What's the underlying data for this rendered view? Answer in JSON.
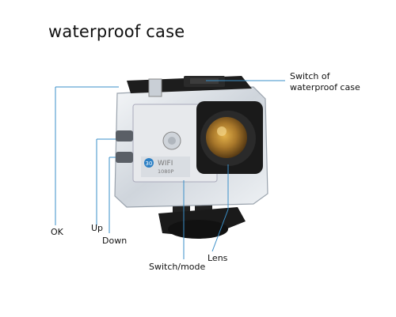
{
  "heading": "waterproof case",
  "labels": {
    "switch_of_case": [
      "Switch of",
      "waterproof case"
    ],
    "ok": "OK",
    "up": "Up",
    "down": "Down",
    "switch_mode": "Switch/mode",
    "lens": "Lens"
  },
  "camera_text": {
    "badge": "30",
    "model": "WIFI",
    "resolution": "1080P"
  },
  "colors": {
    "leader_line": "#3a8fc8",
    "text": "#111111",
    "case_clear": "#dfe3e8",
    "camera_body": "#e6e6e6",
    "lens_frame": "#1a1a1a",
    "lens_glass": "#b8862a"
  }
}
